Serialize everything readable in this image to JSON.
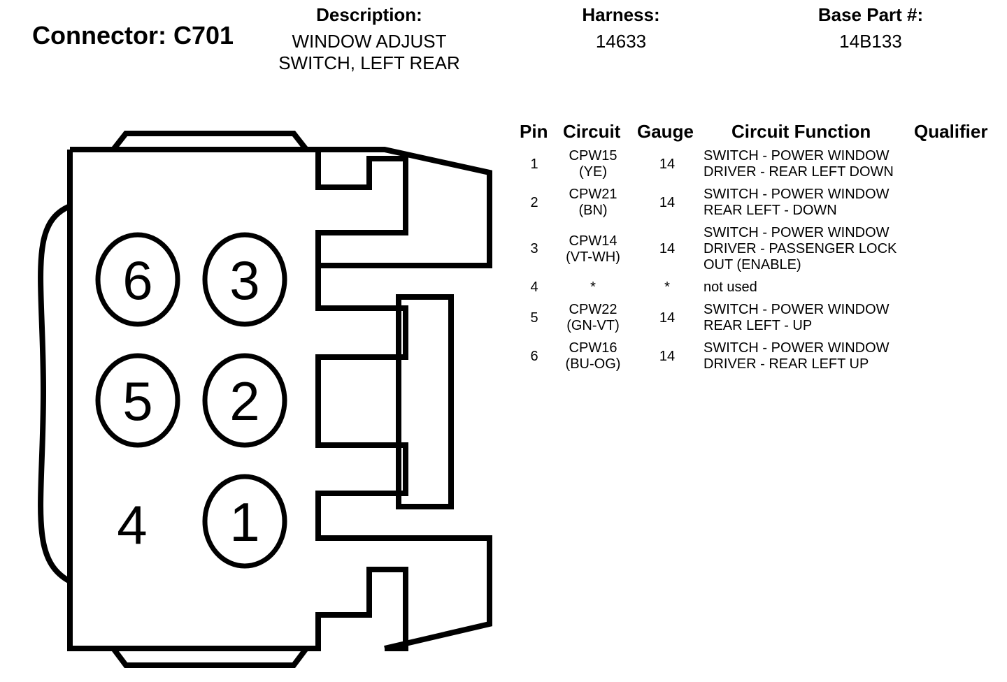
{
  "header": {
    "title": "Connector: C701",
    "description_label": "Description:",
    "description_lines": [
      "WINDOW ADJUST",
      "SWITCH, LEFT REAR"
    ],
    "harness_label": "Harness:",
    "harness_value": "14633",
    "base_part_label": "Base Part #:",
    "base_part_value": "14B133"
  },
  "table": {
    "columns": [
      "Pin",
      "Circuit",
      "Gauge",
      "Circuit Function",
      "Qualifier"
    ],
    "rows": [
      {
        "pin": "1",
        "circuit": [
          "CPW15",
          "(YE)"
        ],
        "gauge": "14",
        "function": [
          "SWITCH - POWER WINDOW",
          "DRIVER - REAR LEFT DOWN"
        ],
        "qualifier": ""
      },
      {
        "pin": "2",
        "circuit": [
          "CPW21",
          "(BN)"
        ],
        "gauge": "14",
        "function": [
          "SWITCH - POWER WINDOW",
          "REAR LEFT - DOWN"
        ],
        "qualifier": ""
      },
      {
        "pin": "3",
        "circuit": [
          "CPW14",
          "(VT-WH)"
        ],
        "gauge": "14",
        "function": [
          "SWITCH - POWER WINDOW",
          "DRIVER - PASSENGER LOCK",
          "OUT (ENABLE)"
        ],
        "qualifier": ""
      },
      {
        "pin": "4",
        "circuit": [
          "*"
        ],
        "gauge": "*",
        "function": [
          "not used"
        ],
        "qualifier": ""
      },
      {
        "pin": "5",
        "circuit": [
          "CPW22",
          "(GN-VT)"
        ],
        "gauge": "14",
        "function": [
          "SWITCH - POWER WINDOW",
          "REAR LEFT - UP"
        ],
        "qualifier": ""
      },
      {
        "pin": "6",
        "circuit": [
          "CPW16",
          "(BU-OG)"
        ],
        "gauge": "14",
        "function": [
          "SWITCH - POWER WINDOW",
          "DRIVER - REAR LEFT UP"
        ],
        "qualifier": ""
      }
    ]
  },
  "connector_pins": [
    "6",
    "3",
    "5",
    "2",
    "4",
    "1"
  ]
}
